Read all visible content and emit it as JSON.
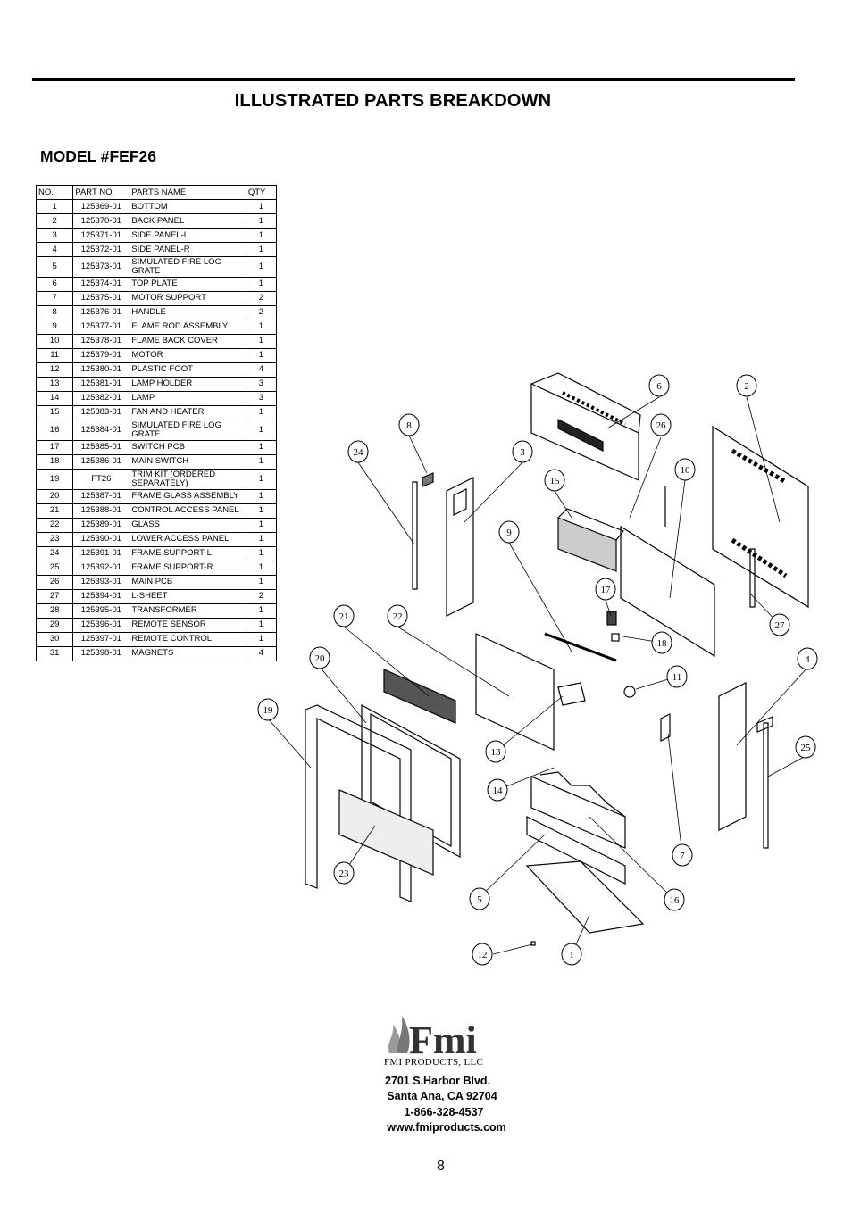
{
  "title": "ILLUSTRATED PARTS BREAKDOWN",
  "model": "MODEL #FEF26",
  "table": {
    "headers": [
      "NO.",
      "PART NO.",
      "PARTS NAME",
      "QTY"
    ],
    "rows": [
      [
        "1",
        "125369-01",
        "BOTTOM",
        "1"
      ],
      [
        "2",
        "125370-01",
        "BACK PANEL",
        "1"
      ],
      [
        "3",
        "125371-01",
        "SIDE PANEL-L",
        "1"
      ],
      [
        "4",
        "125372-01",
        "SIDE PANEL-R",
        "1"
      ],
      [
        "5",
        "125373-01",
        "SIMULATED FIRE LOG GRATE",
        "1"
      ],
      [
        "6",
        "125374-01",
        "TOP PLATE",
        "1"
      ],
      [
        "7",
        "125375-01",
        "MOTOR SUPPORT",
        "2"
      ],
      [
        "8",
        "125376-01",
        "HANDLE",
        "2"
      ],
      [
        "9",
        "125377-01",
        "FLAME ROD ASSEMBLY",
        "1"
      ],
      [
        "10",
        "125378-01",
        "FLAME BACK COVER",
        "1"
      ],
      [
        "11",
        "125379-01",
        "MOTOR",
        "1"
      ],
      [
        "12",
        "125380-01",
        "PLASTIC FOOT",
        "4"
      ],
      [
        "13",
        "125381-01",
        "LAMP HOLDER",
        "3"
      ],
      [
        "14",
        "125382-01",
        "LAMP",
        "3"
      ],
      [
        "15",
        "125383-01",
        "FAN AND HEATER",
        "1"
      ],
      [
        "16",
        "125384-01",
        "SIMULATED FIRE LOG GRATE",
        "1"
      ],
      [
        "17",
        "125385-01",
        "SWITCH PCB",
        "1"
      ],
      [
        "18",
        "125386-01",
        "MAIN SWITCH",
        "1"
      ],
      [
        "19",
        "FT26",
        "TRIM KIT (ORDERED SEPARATELY)",
        "1"
      ],
      [
        "20",
        "125387-01",
        "FRAME GLASS ASSEMBLY",
        "1"
      ],
      [
        "21",
        "125388-01",
        "CONTROL ACCESS PANEL",
        "1"
      ],
      [
        "22",
        "125389-01",
        "GLASS",
        "1"
      ],
      [
        "23",
        "125390-01",
        "LOWER ACCESS PANEL",
        "1"
      ],
      [
        "24",
        "125391-01",
        "FRAME SUPPORT-L",
        "1"
      ],
      [
        "25",
        "125392-01",
        "FRAME SUPPORT-R",
        "1"
      ],
      [
        "26",
        "125393-01",
        "MAIN PCB",
        "1"
      ],
      [
        "27",
        "125394-01",
        "L-SHEET",
        "2"
      ],
      [
        "28",
        "125395-01",
        "TRANSFORMER",
        "1"
      ],
      [
        "29",
        "125396-01",
        "REMOTE SENSOR",
        "1"
      ],
      [
        "30",
        "125397-01",
        "REMOTE CONTROL",
        "1"
      ],
      [
        "31",
        "125398-01",
        "MAGNETS",
        "4"
      ]
    ]
  },
  "callouts": [
    "6",
    "2",
    "8",
    "26",
    "24",
    "3",
    "10",
    "15",
    "9",
    "17",
    "27",
    "21",
    "22",
    "18",
    "20",
    "11",
    "4",
    "19",
    "13",
    "25",
    "14",
    "7",
    "23",
    "5",
    "16",
    "12",
    "1"
  ],
  "company": {
    "logo_text": "Fmi",
    "name": "FMI PRODUCTS, LLC",
    "address1": "2701 S.Harbor Blvd.",
    "address2": "Santa Ana, CA 92704",
    "phone": "1-866-328-4537",
    "website": "www.fmiproducts.com"
  },
  "page_number": "8"
}
